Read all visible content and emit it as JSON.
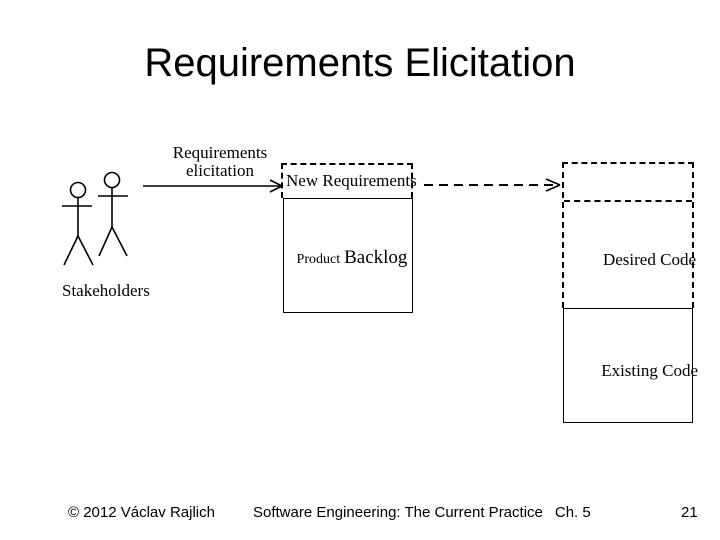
{
  "slide": {
    "title": "Requirements Elicitation",
    "background_color": "#ffffff",
    "ink_color": "#000000"
  },
  "diagram": {
    "stakeholders_label": "Stakeholders",
    "elicitation_arrow_label": {
      "line1": "Requirements",
      "line2": "elicitation"
    },
    "backlog_box": {
      "new_requirements_label": "New Requirements",
      "product_label": "Product",
      "backlog_label": "Backlog"
    },
    "code_box": {
      "desired_code_label": "Desired Code",
      "existing_code_label": "Existing Code"
    },
    "icons": {
      "stakeholders": "two-stick-figures",
      "elicitation_arrow": "solid-right-arrow",
      "new_requirements_flow_arrow": "dashed-right-arrow"
    }
  },
  "footer": {
    "copyright": "© 2012 Václav Rajlich",
    "course": "Software Engineering: The Current Practice",
    "chapter": "Ch. 5",
    "page_number": "21"
  }
}
